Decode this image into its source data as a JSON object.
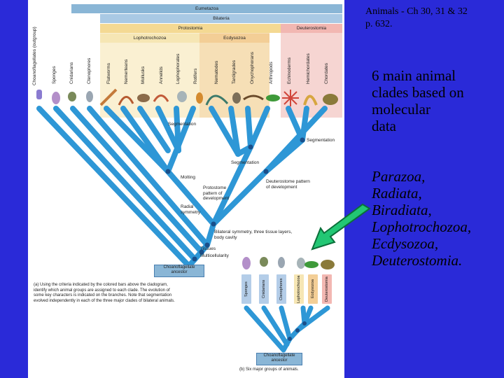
{
  "header": {
    "title_line1": "Animals - Ch 30, 31 & 32",
    "title_line2": "p. 632."
  },
  "main": {
    "body_lines": [
      "6 main animal",
      "clades based on",
      "molecular",
      "data"
    ],
    "clade_lines": [
      "Parazoa,",
      "Radiata,",
      "Biradiata,",
      "Lophotrochozoa,",
      "Ecdysozoa,",
      "Deuterostomia."
    ]
  },
  "figure": {
    "bands": {
      "eumetazoa": "Eumetazoa",
      "bilateria": "Bilateria",
      "protostomia": "Protostomia",
      "deuterostomia": "Deuterostomia",
      "lophotrochozoa": "Lophotrochozoa",
      "ecdysozoa": "Ecdysozoa"
    },
    "taxa": [
      "Choanoflagellates (outgroup)",
      "Sponges",
      "Cnidarians",
      "Ctenophores",
      "Flatworms",
      "Nemerteans",
      "Mollusks",
      "Annelids",
      "Lophophorates",
      "Rotifers",
      "Nematodes",
      "Tardigrades",
      "Onychophorans",
      "Arthropods",
      "Echinoderms",
      "Hemichordates",
      "Chordates"
    ],
    "node_labels": {
      "segmentation1": "Segmentation",
      "segmentation2": "Segmentation",
      "segmentation3": "Segmentation",
      "molting": "Molting",
      "protostome_line1": "Protostome",
      "protostome_line2": "pattern of",
      "protostome_line3": "development",
      "deuterostome_line1": "Deuterostome pattern",
      "deuterostome_line2": "of development",
      "radial_line1": "Radial",
      "radial_line2": "symmetry",
      "bilateral_line1": "Bilateral symmetry, three tissue layers,",
      "bilateral_line2": "body cavity",
      "tissues": "Tissues",
      "multicellularity": "Multicellularity",
      "ancestor_a_line1": "Choanoflagellate",
      "ancestor_a_line2": "ancestor",
      "ancestor_b_line1": "Choanoflagellate",
      "ancestor_b_line2": "ancestor"
    },
    "caption_a": [
      "(a) Using the criteria indicated by the colored bars above the cladogram,",
      "identify which animal groups are assigned to each clade. The evolution of",
      "some key characters is indicated on the branches. Note that segmentation",
      "evolved independently in each of the three major clades of bilateral animals."
    ],
    "caption_b": "(b) Six major groups of animals.",
    "groups_b": [
      "Sponges",
      "Cnidarians",
      "Ctenophores",
      "Lophotrochozoa",
      "Ecdysozoa",
      "Deuterostomia"
    ]
  },
  "colors": {
    "background": "#2a2ad8",
    "branch": "#2e97d6",
    "node": "#1a4f8a",
    "band_eumetazoa": "#8ab6d6",
    "band_bilateria": "#a9c9e4",
    "band_protostomia": "#f4d993",
    "band_deuterostomia": "#f2b7b2",
    "band_lophotrochozoa": "#f6e6b4",
    "band_ecdysozoa": "#f3ce96",
    "arrow_fill": "#22c774",
    "arrow_edge": "#0b6f3a"
  },
  "icons": [
    "green-arrow-icon",
    "organism-illustration-icon"
  ]
}
